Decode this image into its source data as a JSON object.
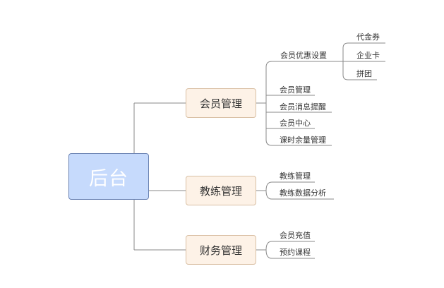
{
  "root": {
    "label": "后台"
  },
  "branches": [
    {
      "label": "会员管理",
      "children": [
        {
          "label": "会员优惠设置",
          "children": [
            "代金券",
            "企业卡",
            "拼团"
          ]
        },
        {
          "label": "会员管理"
        },
        {
          "label": "会员消息提醒"
        },
        {
          "label": "会员中心"
        },
        {
          "label": "课时余量管理"
        }
      ]
    },
    {
      "label": "教练管理",
      "children": [
        {
          "label": "教练管理"
        },
        {
          "label": "教练数据分析"
        }
      ]
    },
    {
      "label": "财务管理",
      "children": [
        {
          "label": "会员充值"
        },
        {
          "label": "预约课程"
        }
      ]
    }
  ],
  "colors": {
    "root_fill": "#c6dafc",
    "root_border": "#6b83b3",
    "branch_fill": "#fdf2e7",
    "branch_border": "#d9bfa3",
    "connector": "#7f7f7f"
  }
}
